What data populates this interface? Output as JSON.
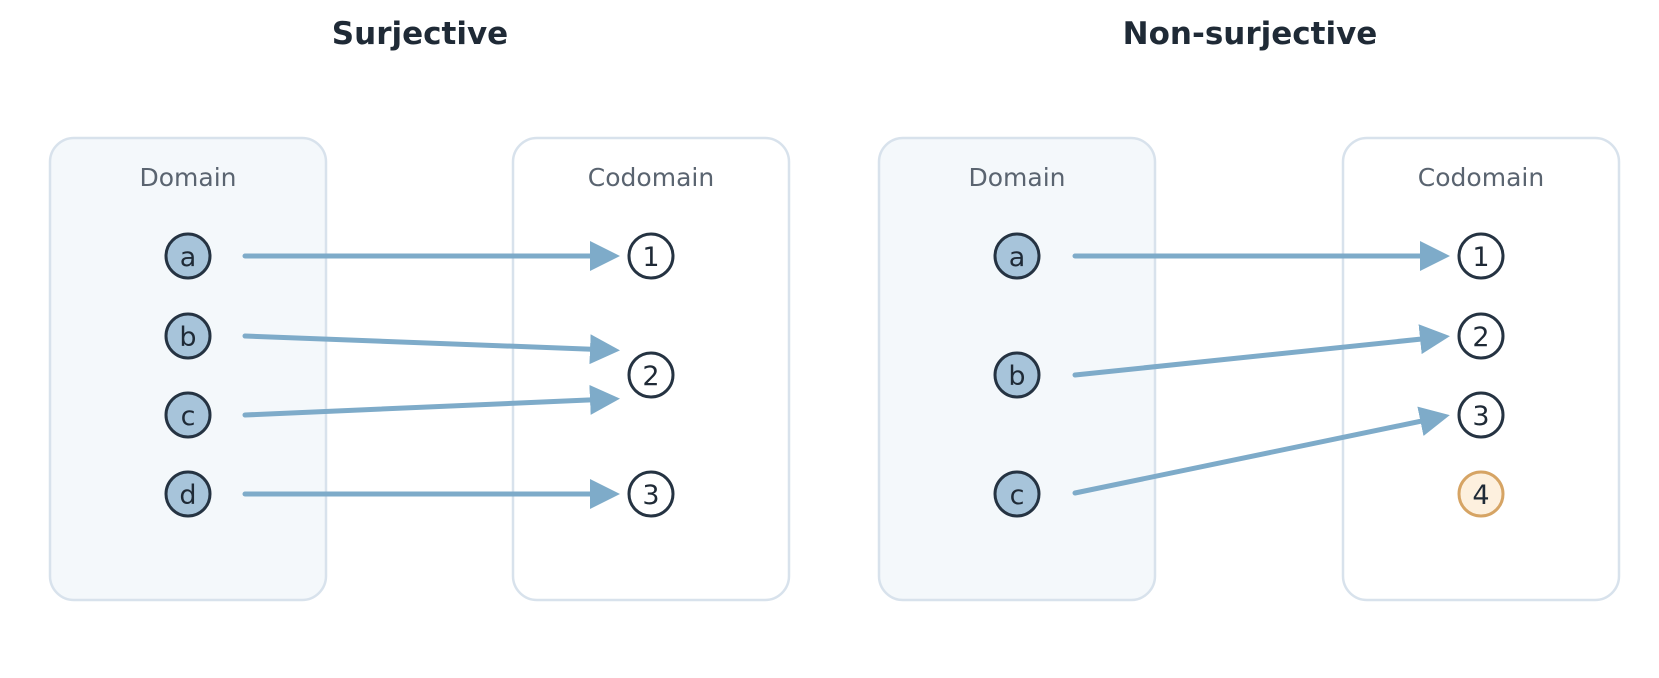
{
  "colors": {
    "domain_fill": "#f4f8fb",
    "box_border": "#d8e2ec",
    "codomain_fill": "#ffffff",
    "domain_node_fill": "#a7c4da",
    "codomain_node_fill": "#ffffff",
    "node_border": "#253342",
    "unmapped_fill": "#fdf0de",
    "unmapped_border": "#d6a464",
    "arrow": "#7eabc9",
    "title": "#1f2a36",
    "label": "#5a6470"
  },
  "panels": [
    {
      "title": "Surjective",
      "domain_label": "Domain",
      "codomain_label": "Codomain",
      "domain": [
        "a",
        "b",
        "c",
        "d"
      ],
      "codomain": [
        "1",
        "2",
        "3"
      ],
      "mapping": [
        [
          "a",
          "1"
        ],
        [
          "b",
          "2"
        ],
        [
          "c",
          "2"
        ],
        [
          "d",
          "3"
        ]
      ],
      "unmapped": []
    },
    {
      "title": "Non-surjective",
      "domain_label": "Domain",
      "codomain_label": "Codomain",
      "domain": [
        "a",
        "b",
        "c"
      ],
      "codomain": [
        "1",
        "2",
        "3",
        "4"
      ],
      "mapping": [
        [
          "a",
          "1"
        ],
        [
          "b",
          "2"
        ],
        [
          "c",
          "3"
        ]
      ],
      "unmapped": [
        "4"
      ]
    }
  ]
}
